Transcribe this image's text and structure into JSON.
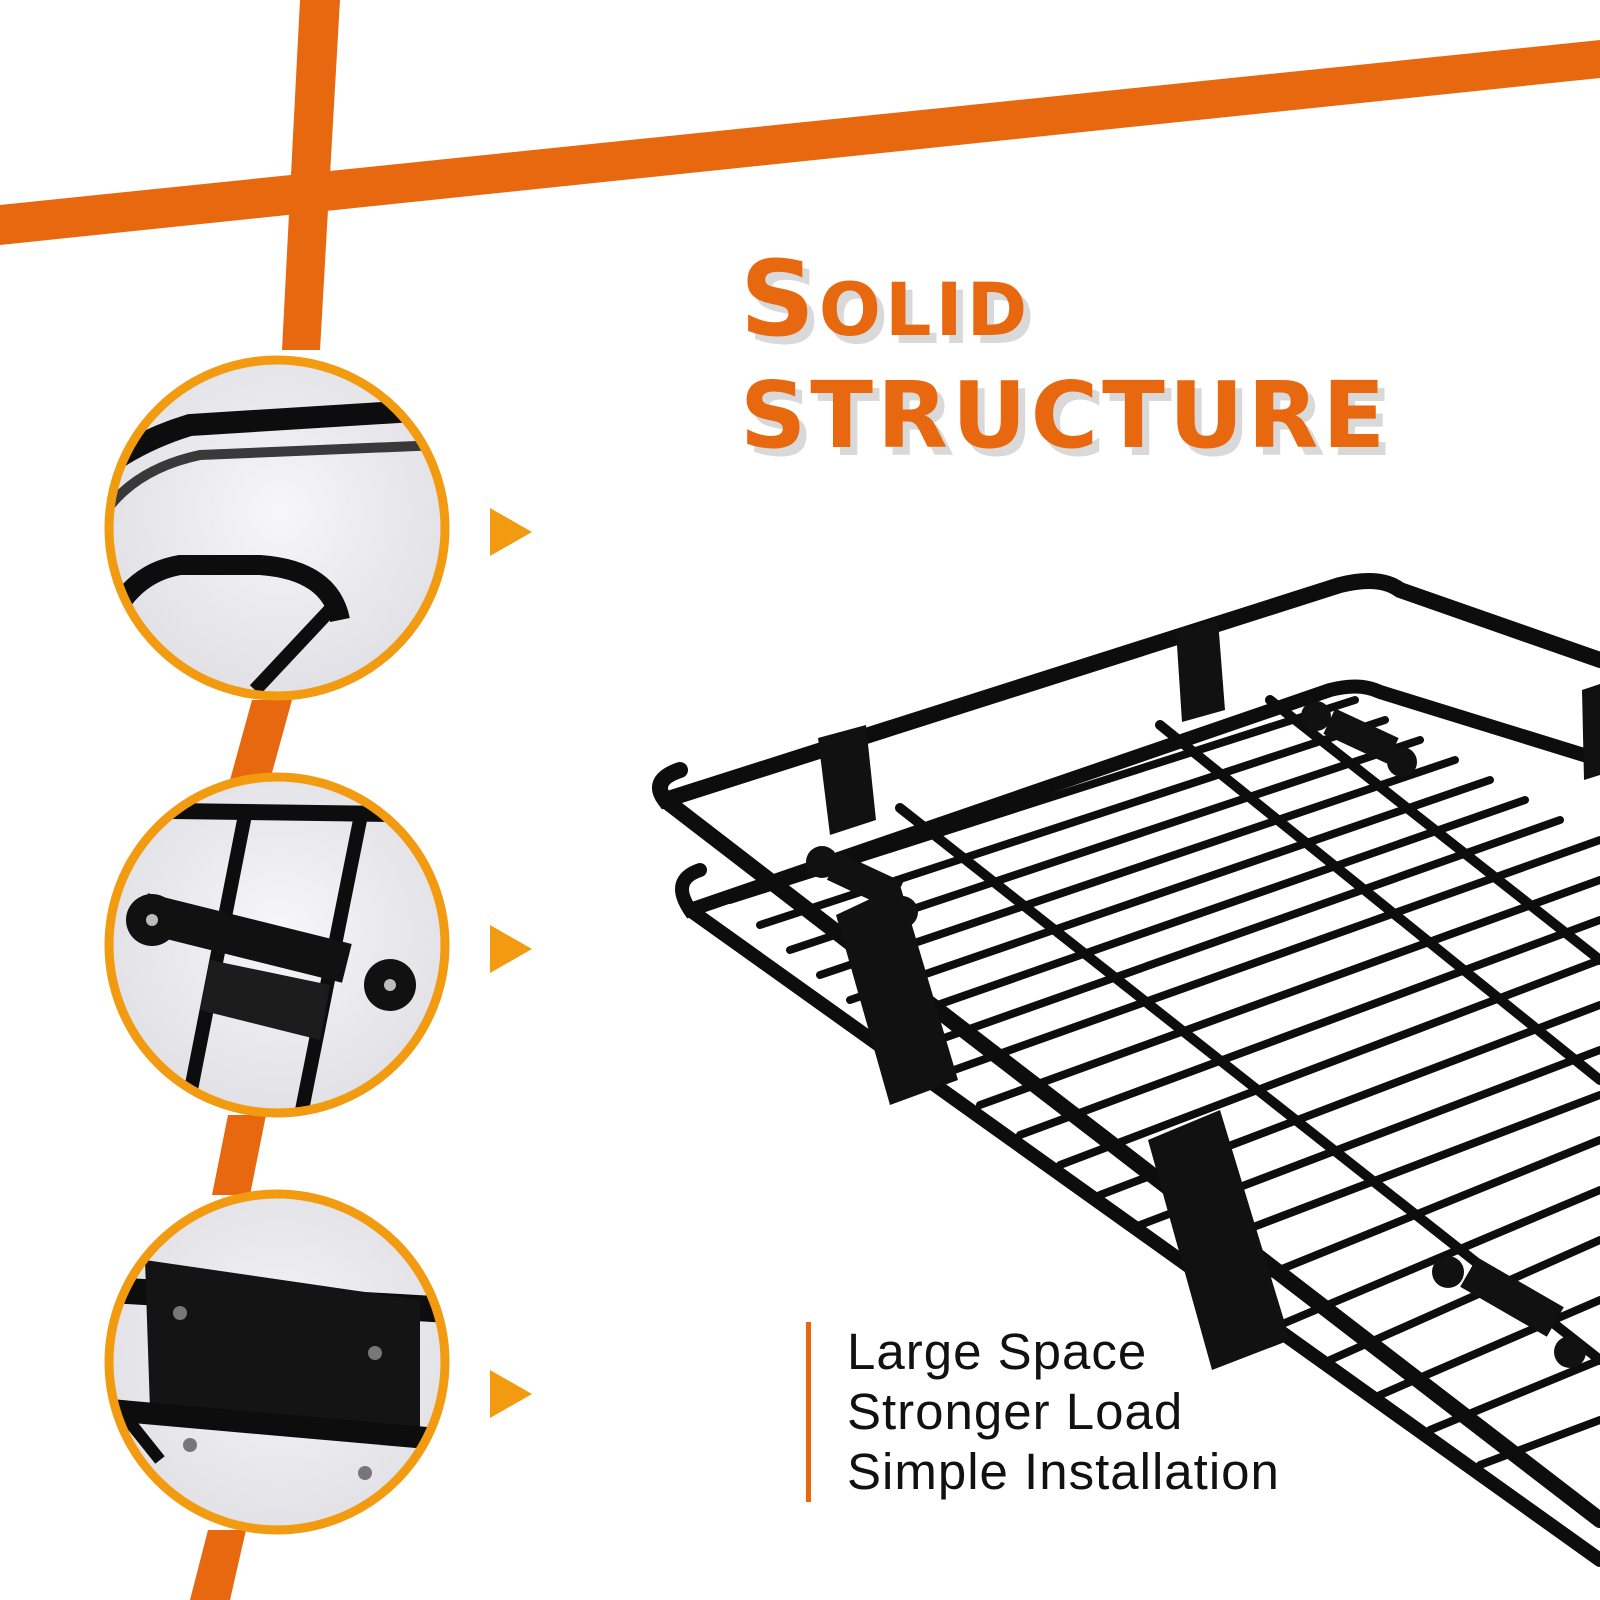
{
  "headline": {
    "line1": "Solid",
    "line2": "STRUCTURE"
  },
  "features": [
    "Large Space",
    "Stronger Load",
    "Simple Installation"
  ],
  "colors": {
    "accent": "#e8680f",
    "rack": "#0d0d0d",
    "background": "#ffffff",
    "shadow": "#d9d9d9"
  },
  "detail_callouts": [
    {
      "name": "rail-corner-closeup",
      "icon": "arrow-right-icon"
    },
    {
      "name": "crossbar-clamp-closeup",
      "icon": "arrow-right-icon"
    },
    {
      "name": "bracket-closeup",
      "icon": "arrow-right-icon"
    }
  ]
}
